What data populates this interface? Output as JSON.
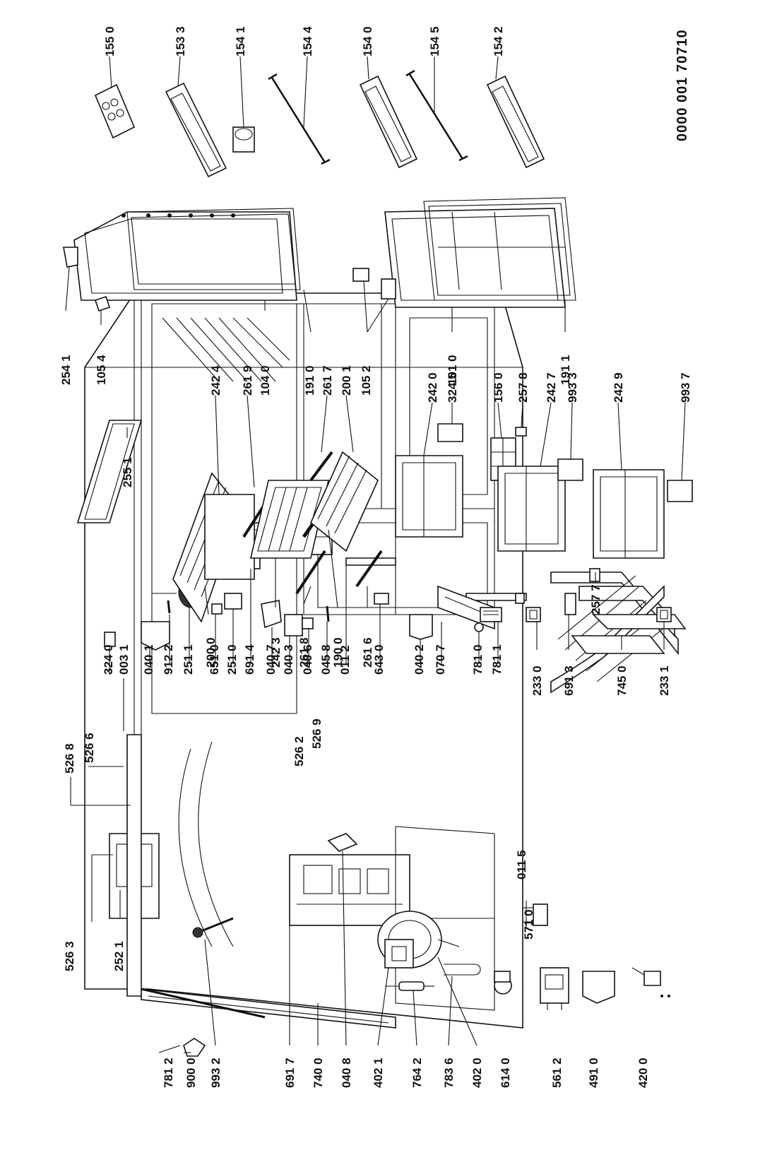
{
  "document": {
    "id": "0000 001 70710"
  },
  "labels": [
    "781 2",
    "900 0",
    "993 2",
    "691 7",
    "740 0",
    "040 8",
    "402 1",
    "764 2",
    "783 6",
    "402 0",
    "614 0",
    "561 2",
    "491 0",
    "420 0",
    "526 3",
    "252 1",
    "526 8",
    "526 6",
    "324 0",
    "003 1",
    "040 1",
    "912 2",
    "251 1",
    "651 0",
    "251 0",
    "691 4",
    "040 7",
    "040 3",
    "040 6",
    "045 8",
    "011 2",
    "643 0",
    "040 2",
    "070 7",
    "781 0",
    "781 1",
    "011 5",
    "526 2",
    "526 9",
    "571 0",
    "233 0",
    "691 3",
    "745 0",
    "233 1",
    "200 0",
    "242 3",
    "261 8",
    "190 0",
    "261 6",
    "255 1",
    "242 4",
    "261 9",
    "104 0",
    "191 0",
    "261 7",
    "200 1",
    "105 2",
    "242 0",
    "324 5",
    "156 0",
    "257 8",
    "242 7",
    "993 3",
    "242 9",
    "993 7",
    "257 7",
    "254 1",
    "105 4",
    "101 0",
    "191 1",
    "155 0",
    "153 3",
    "154 1",
    "154 4",
    "154 0",
    "154 5",
    "154 2"
  ]
}
